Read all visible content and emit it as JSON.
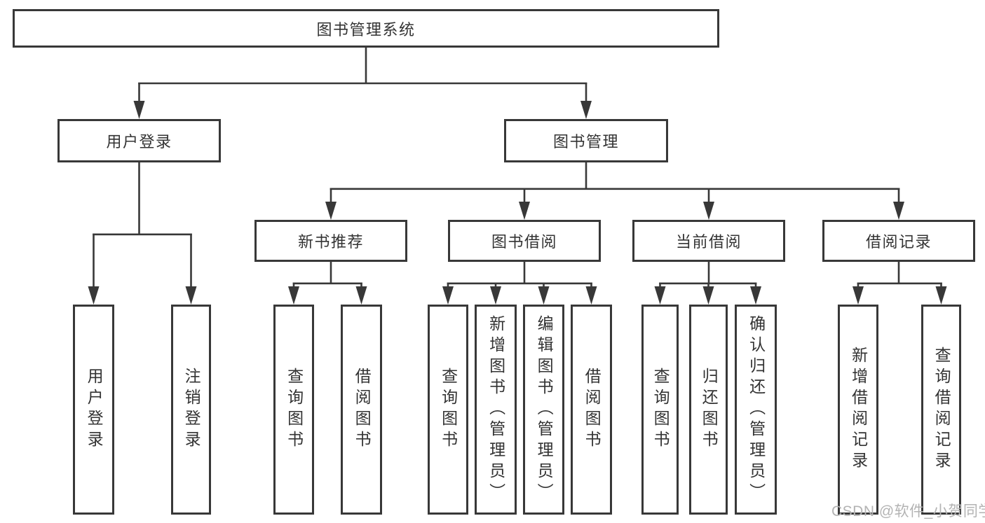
{
  "tree": {
    "root": "图书管理系统",
    "level1": [
      {
        "label": "用户登录",
        "children": [
          "用户登录",
          "注销登录"
        ]
      },
      {
        "label": "图书管理"
      }
    ],
    "groups": [
      {
        "label": "新书推荐",
        "children": [
          "查询图书",
          "借阅图书"
        ]
      },
      {
        "label": "图书借阅",
        "children": [
          "查询图书",
          "新增图书（管理员）",
          "编辑图书（管理员）",
          "借阅图书"
        ]
      },
      {
        "label": "当前借阅",
        "children": [
          "查询图书",
          "归还图书",
          "确认归还（管理员）"
        ]
      },
      {
        "label": "借阅记录",
        "children": [
          "新增借阅记录",
          "查询借阅记录"
        ]
      }
    ]
  },
  "watermark": "CSDN @软件_小贺同学",
  "colors": {
    "line": "#383838",
    "text": "#333333",
    "background": "#ffffff",
    "watermark": "#b3b3b3"
  }
}
